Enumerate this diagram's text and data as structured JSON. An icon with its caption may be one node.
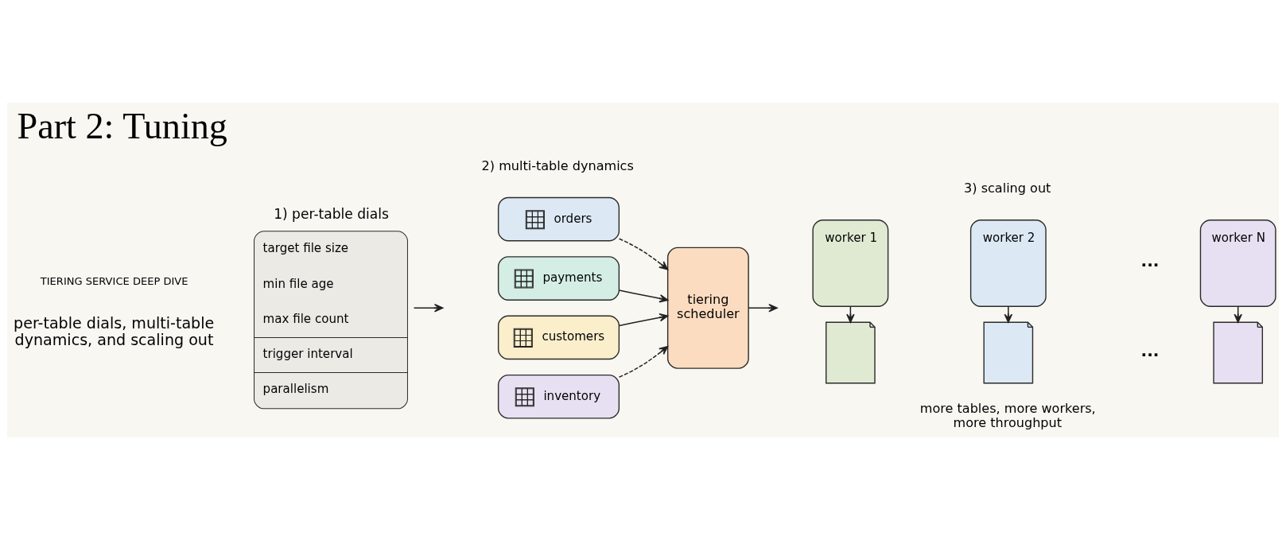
{
  "diagram": {
    "title": "Part 2: Tuning",
    "nodes": [
      {
        "text": [
          "1) per-table dials",
          "target file size",
          "min file age",
          "max file count",
          "trigger interval",
          "parallelism"
        ]
      },
      {
        "text": [
          "orders"
        ]
      },
      {
        "text": [
          "payments"
        ]
      },
      {
        "text": [
          "customers"
        ]
      },
      {
        "text": [
          "inventory"
        ]
      },
      {
        "text": [
          "tiering scheduler"
        ]
      },
      {
        "text": [
          "worker 1"
        ]
      },
      {
        "text": [
          "worker 2"
        ]
      },
      {
        "text": [
          "worker N"
        ]
      },
      {
        "text": [],
        "shape": "document"
      },
      {
        "text": [],
        "shape": "document"
      },
      {
        "text": [],
        "shape": "document"
      }
    ],
    "edges": [
      {
        "from": 0,
        "to": null,
        "arrow": "to"
      },
      {
        "from": 1,
        "to": 5,
        "arrow": "to",
        "style": "dashed"
      },
      {
        "from": 2,
        "to": 5,
        "arrow": "to"
      },
      {
        "from": 3,
        "to": 5,
        "arrow": "to"
      },
      {
        "from": 4,
        "to": 5,
        "arrow": "to",
        "style": "dashed"
      },
      {
        "from": 5,
        "to": null,
        "arrow": "to"
      },
      {
        "from": 6,
        "to": 9,
        "arrow": "to"
      },
      {
        "from": 7,
        "to": 10,
        "arrow": "to"
      },
      {
        "from": 8,
        "to": 11,
        "arrow": "to"
      }
    ],
    "labels": [
      "TIERING SERVICE DEEP DIVE",
      "per-table dials, multi-table dynamics, and scaling out",
      "2) multi-table dynamics",
      "3) scaling out",
      "...",
      "...",
      "more tables, more workers, more throughput"
    ]
  }
}
